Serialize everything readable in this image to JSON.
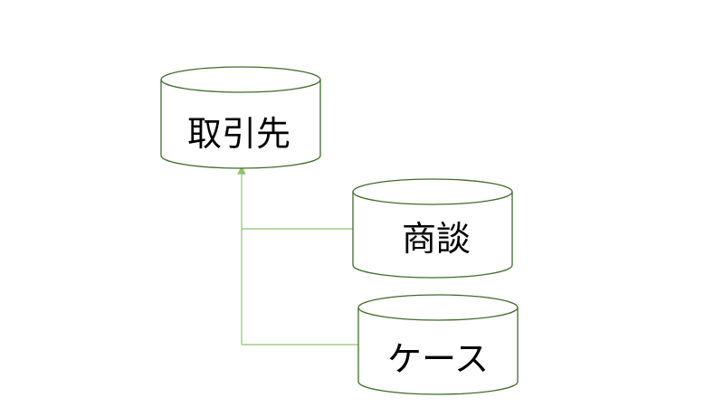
{
  "diagram": {
    "nodes": [
      {
        "id": "torihikisaki",
        "label": "取引先"
      },
      {
        "id": "shodan",
        "label": "商談"
      },
      {
        "id": "case",
        "label": "ケース"
      }
    ],
    "edges": [
      {
        "from": "shodan",
        "to": "torihikisaki"
      },
      {
        "from": "case",
        "to": "torihikisaki"
      }
    ],
    "colors": {
      "node_stroke": "#3f6b2a",
      "connector": "#8fc46a"
    }
  }
}
